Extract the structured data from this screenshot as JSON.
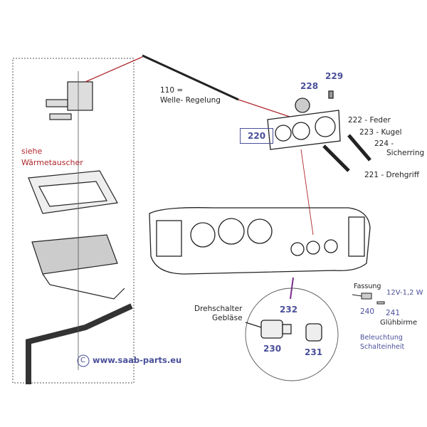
{
  "left_box": {
    "line1": "siehe",
    "line2": "Wärmetauscher"
  },
  "cable": {
    "label1": "110 =",
    "label2": "Welle- Regelung"
  },
  "parts": {
    "p220": "220",
    "p228": "228",
    "p229": "229",
    "p222": "222 - Feder",
    "p223": "223 - Kugel",
    "p224a": "224 -",
    "p224b": "Sicherring",
    "p221": "221 - Drehgriff"
  },
  "switch": {
    "label1": "Drehschalter",
    "label2": "Gebläse",
    "p232": "232",
    "p230": "230",
    "p231": "231"
  },
  "lamp": {
    "fassung": "Fassung",
    "rating": "12V-1,2 W",
    "p240": "240",
    "p241": "241",
    "gluehbirne": "Glühbirme",
    "beleuchtung1": "Beleuchtung",
    "beleuchtung2": "Schalteinheit"
  },
  "copyright": {
    "symbol": "C",
    "url": "www.saab-parts.eu"
  },
  "colors": {
    "accent": "#4a4f9a",
    "red": "#b0282e"
  }
}
